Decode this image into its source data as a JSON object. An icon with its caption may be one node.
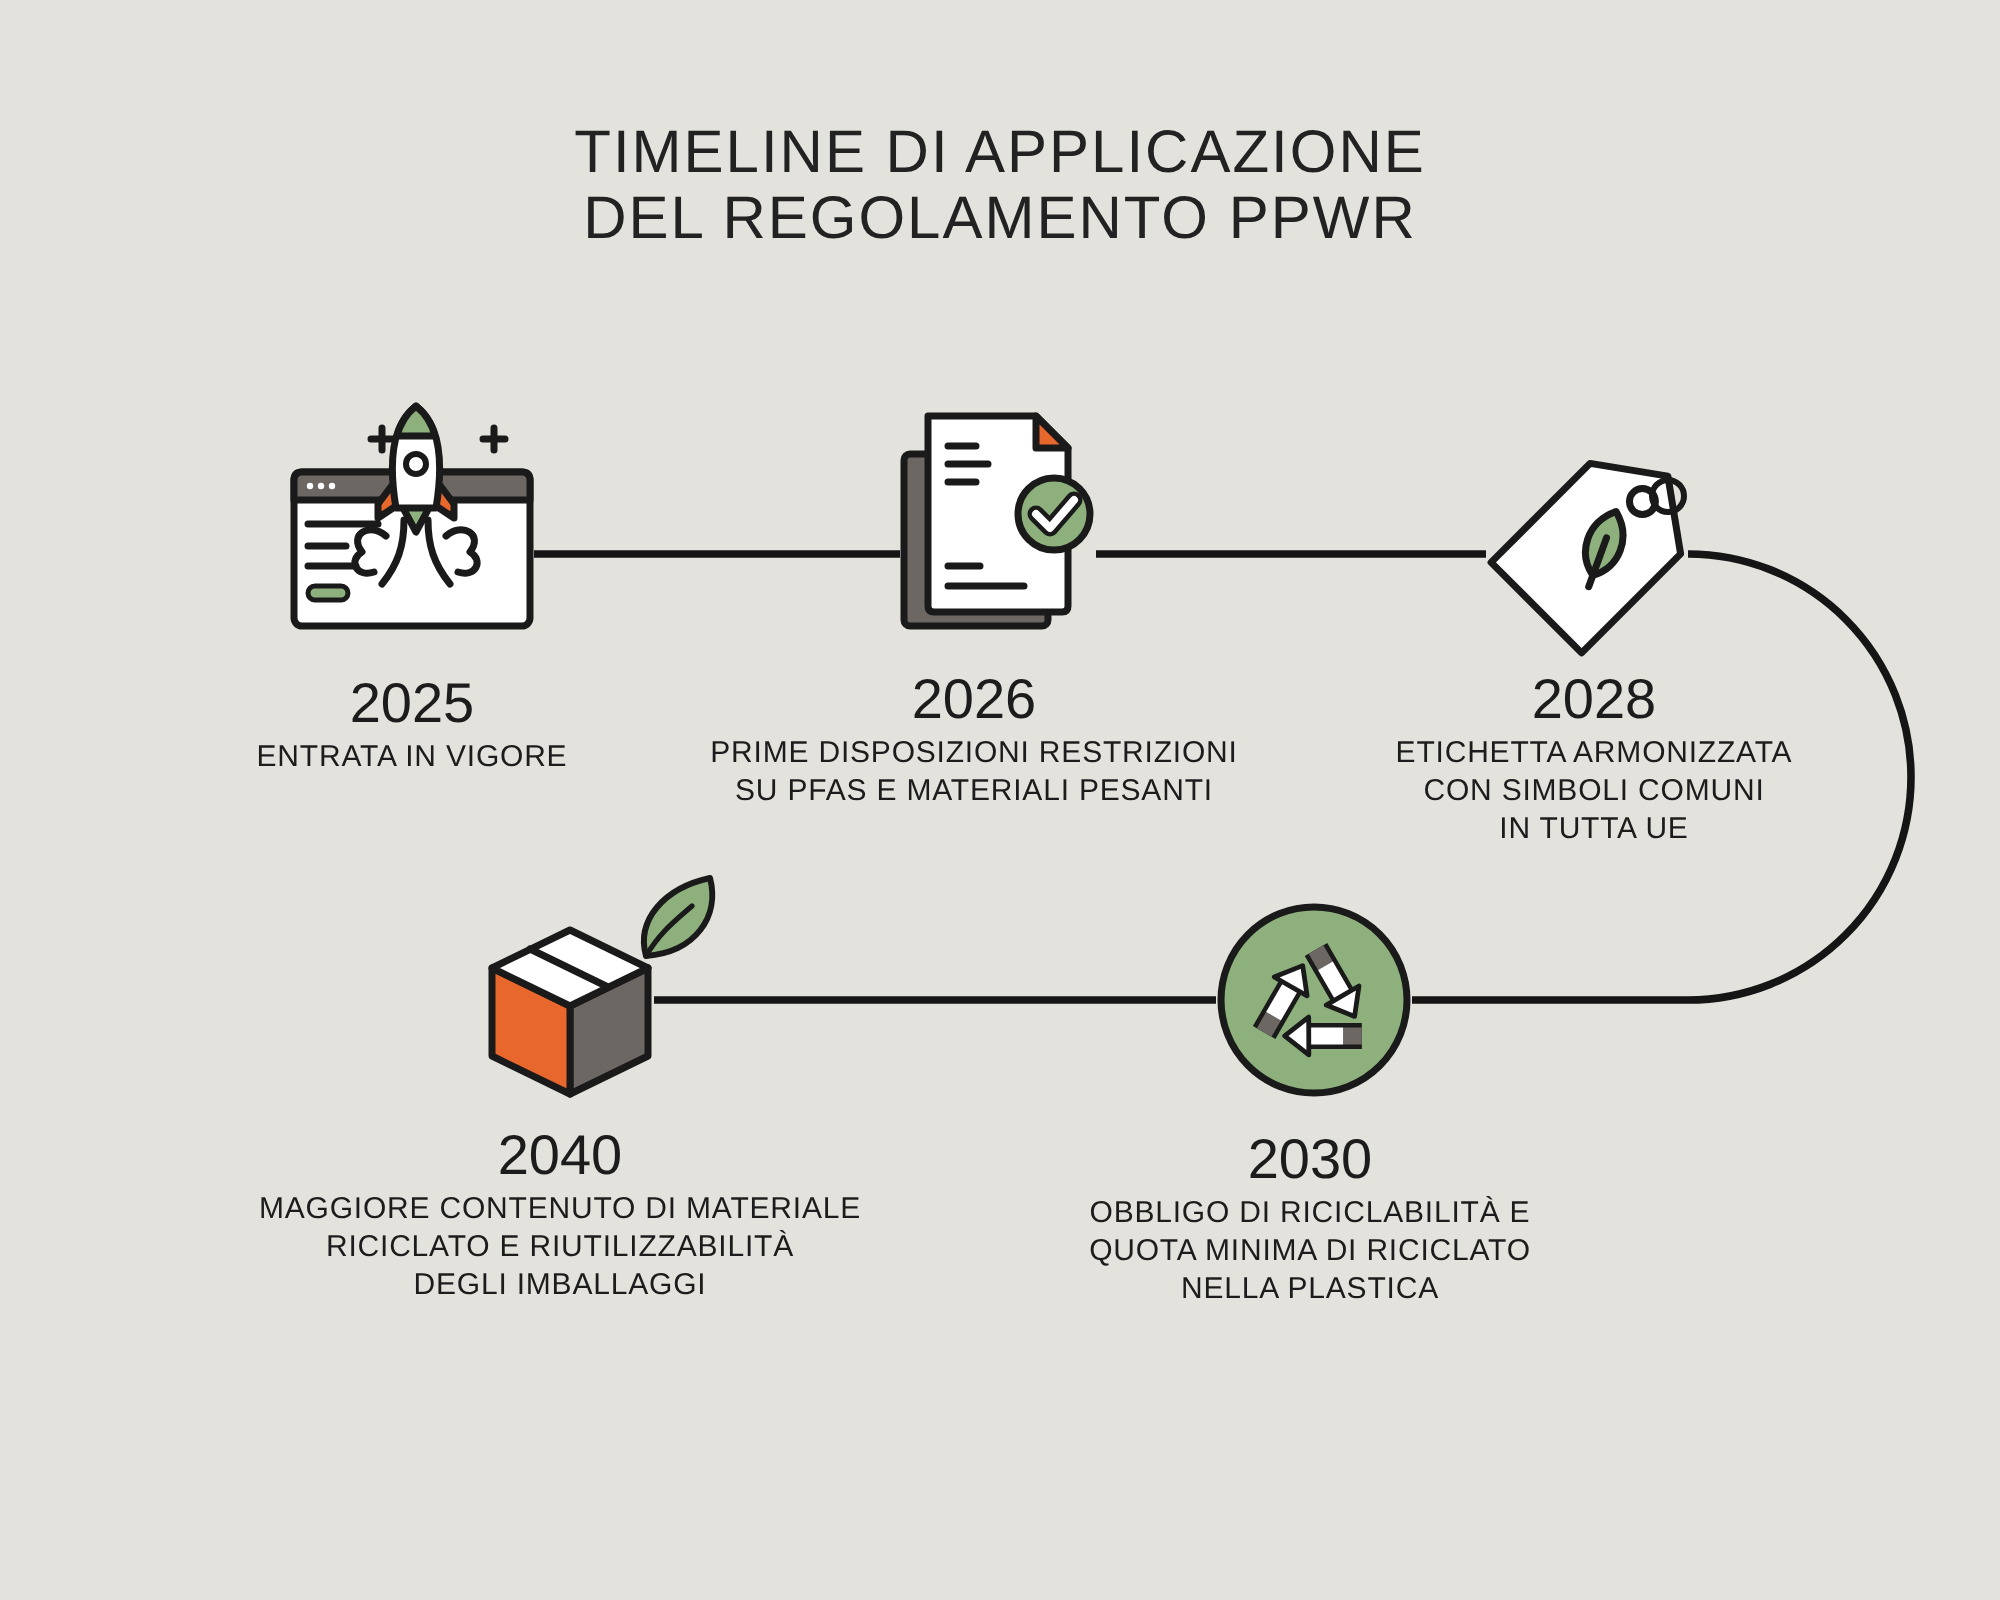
{
  "diagram": {
    "title": "TIMELINE DI APPLICAZIONE DEL REGOLAMENTO PPWR",
    "nodes": [
      {
        "text": [],
        "shape": "picture",
        "beside": [
          "2025",
          "ENTRATA IN VIGORE"
        ]
      },
      {
        "text": [],
        "shape": "picture",
        "beside": [
          "2026",
          "PRIME DISPOSIZIONI RESTRIZIONI SU PFAS E MATERIALI PESANTI"
        ]
      },
      {
        "text": [],
        "shape": "picture",
        "beside": [
          "2028",
          "ETICHETTA ARMONIZZATA CON SIMBOLI COMUNI IN TUTTA UE"
        ]
      },
      {
        "text": [],
        "shape": "picture",
        "beside": [
          "2030",
          "OBBLIGO DI RICICLABILITÀ E QUOTA MINIMA DI RICICLATO NELLA PLASTICA"
        ]
      },
      {
        "text": [],
        "shape": "picture",
        "beside": [
          "2040",
          "MAGGIORE CONTENUTO DI MATERIALE RICICLATO E RIUTILIZZABILITÀ DEGLI IMBALLAGGI"
        ]
      }
    ],
    "edges": [
      {
        "from": 0,
        "to": 1,
        "arrow": "none"
      },
      {
        "from": 1,
        "to": 2,
        "arrow": "none"
      },
      {
        "from": 2,
        "to": 3,
        "arrow": "none"
      },
      {
        "from": 3,
        "to": 4,
        "arrow": "none"
      }
    ]
  }
}
